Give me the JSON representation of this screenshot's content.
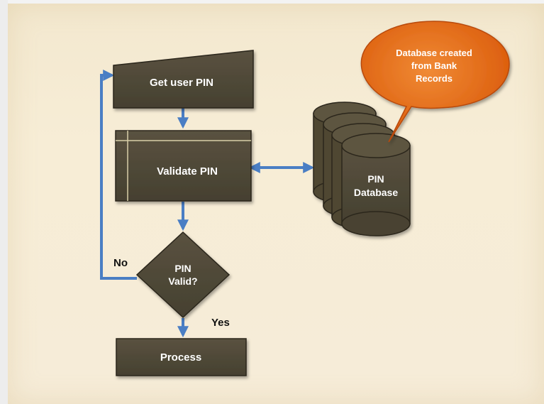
{
  "nodes": {
    "get_user_pin": "Get user PIN",
    "validate_pin": "Validate PIN",
    "pin_valid_line1": "PIN",
    "pin_valid_line2": "Valid?",
    "process": "Process",
    "database_line1": "PIN",
    "database_line2": "Database"
  },
  "callout": {
    "line1": "Database created",
    "line2": "from Bank",
    "line3": "Records"
  },
  "edge_labels": {
    "no": "No",
    "yes": "Yes"
  },
  "colors": {
    "shape_fill": "#4f4733",
    "shape_stroke": "#2c261a",
    "arrow": "#4a7ec4",
    "callout_fill": "#e56a14",
    "shape_text": "#ffffff",
    "label_text": "#111111"
  }
}
